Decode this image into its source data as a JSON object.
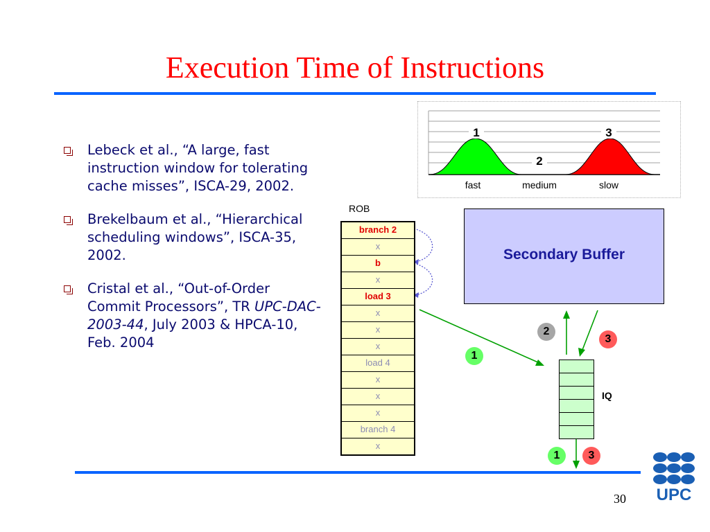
{
  "slide": {
    "title": "Execution Time of Instructions",
    "page_number": "30"
  },
  "bullets": [
    {
      "pre": "Lebeck et al., “A large, fast instruction window for tolerating cache misses”, ISCA-29, 2002.",
      "ital": "",
      "post": ""
    },
    {
      "pre": "Brekelbaum et al., “Hierarchical scheduling windows”, ISCA-35, 2002.",
      "ital": "",
      "post": ""
    },
    {
      "pre": "Cristal et al., “Out-of-Order Commit Processors”, TR ",
      "ital": "UPC-DAC-2003-44",
      "post": ", July 2003 & HPCA-10, Feb. 2004"
    }
  ],
  "distribution": {
    "categories": [
      "fast",
      "medium",
      "slow"
    ],
    "markers": [
      "1",
      "2",
      "3"
    ],
    "colors": [
      "#00ff00",
      "#ffffff",
      "#ff0000"
    ]
  },
  "rob": {
    "label": "ROB",
    "entries": [
      {
        "text": "branch 2",
        "highlight": true
      },
      {
        "text": "x",
        "highlight": false
      },
      {
        "text": "b",
        "highlight": true
      },
      {
        "text": "x",
        "highlight": false
      },
      {
        "text": "load 3",
        "highlight": true
      },
      {
        "text": "x",
        "highlight": false
      },
      {
        "text": "x",
        "highlight": false
      },
      {
        "text": "x",
        "highlight": false
      },
      {
        "text": "load 4",
        "highlight": false
      },
      {
        "text": "x",
        "highlight": false
      },
      {
        "text": "x",
        "highlight": false
      },
      {
        "text": "x",
        "highlight": false
      },
      {
        "text": "branch 4",
        "highlight": false
      },
      {
        "text": "x",
        "highlight": false
      }
    ]
  },
  "secondary_buffer": {
    "label": "Secondary Buffer"
  },
  "iq": {
    "label": "IQ",
    "cells": 6
  },
  "flow_markers": {
    "to_iq": "1",
    "from_iq_to_buffer": "2",
    "from_buffer_to_iq": "3",
    "issue_fast": "1",
    "issue_slow": "3"
  },
  "logo": {
    "text": "UPC",
    "color": "#1a5fb4"
  }
}
